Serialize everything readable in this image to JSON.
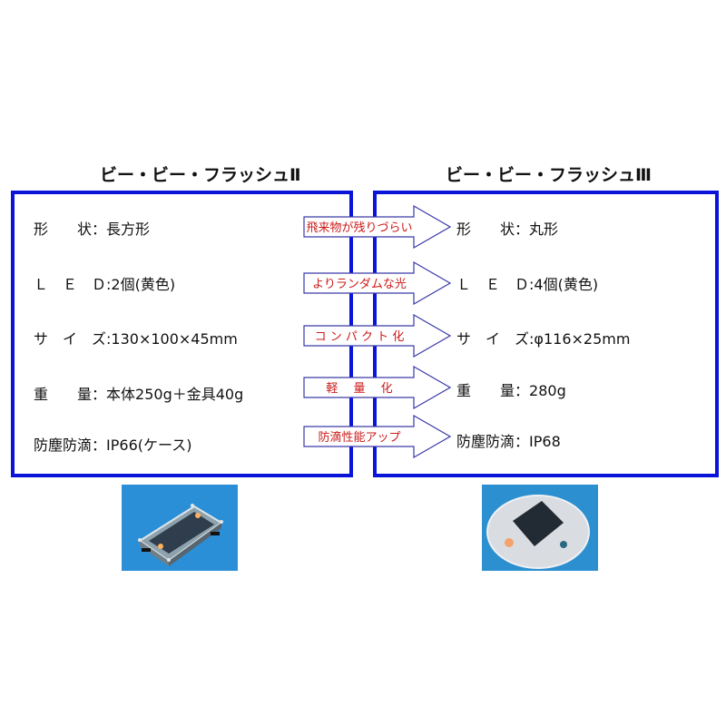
{
  "left": {
    "title": "ビー・ビー・フラッシュⅡ",
    "rows": [
      {
        "label": "形　　状",
        "sep": "：",
        "value": "長方形"
      },
      {
        "label": "Ｌ　Ｅ　Ｄ",
        "sep": ":",
        "value": "2個(黄色)"
      },
      {
        "label": "サ　イ　ズ",
        "sep": ":",
        "value": "130×100×45mm"
      },
      {
        "label": "重　　量",
        "sep": "：",
        "value": "本体250g＋金具40g"
      },
      {
        "label": "防塵防滴",
        "sep": "：",
        "value": "IP66(ケース)"
      }
    ],
    "photo": "product-photo-rectangular-solar-marker"
  },
  "right": {
    "title": "ビー・ビー・フラッシュⅢ",
    "rows": [
      {
        "label": "形　　状",
        "sep": "：",
        "value": "丸形"
      },
      {
        "label": "Ｌ　Ｅ　Ｄ",
        "sep": ":",
        "value": "4個(黄色)"
      },
      {
        "label": "サ　イ　ズ",
        "sep": ":",
        "value": "φ116×25mm"
      },
      {
        "label": "重　　量",
        "sep": "：",
        "value": "280g"
      },
      {
        "label": "防塵防滴",
        "sep": "：",
        "value": "IP68"
      }
    ],
    "photo": "product-photo-round-solar-marker"
  },
  "arrows": [
    {
      "text": "飛来物が残りづらい"
    },
    {
      "text": "よりランダムな光"
    },
    {
      "text": "コ ン パ ク ト 化"
    },
    {
      "text": "軽　 量　 化"
    },
    {
      "text": "防滴性能アップ"
    }
  ],
  "colors": {
    "border": "#0a14d8",
    "arrow_text": "#cc1a1a",
    "arrow_outline": "#3a3aa8"
  }
}
